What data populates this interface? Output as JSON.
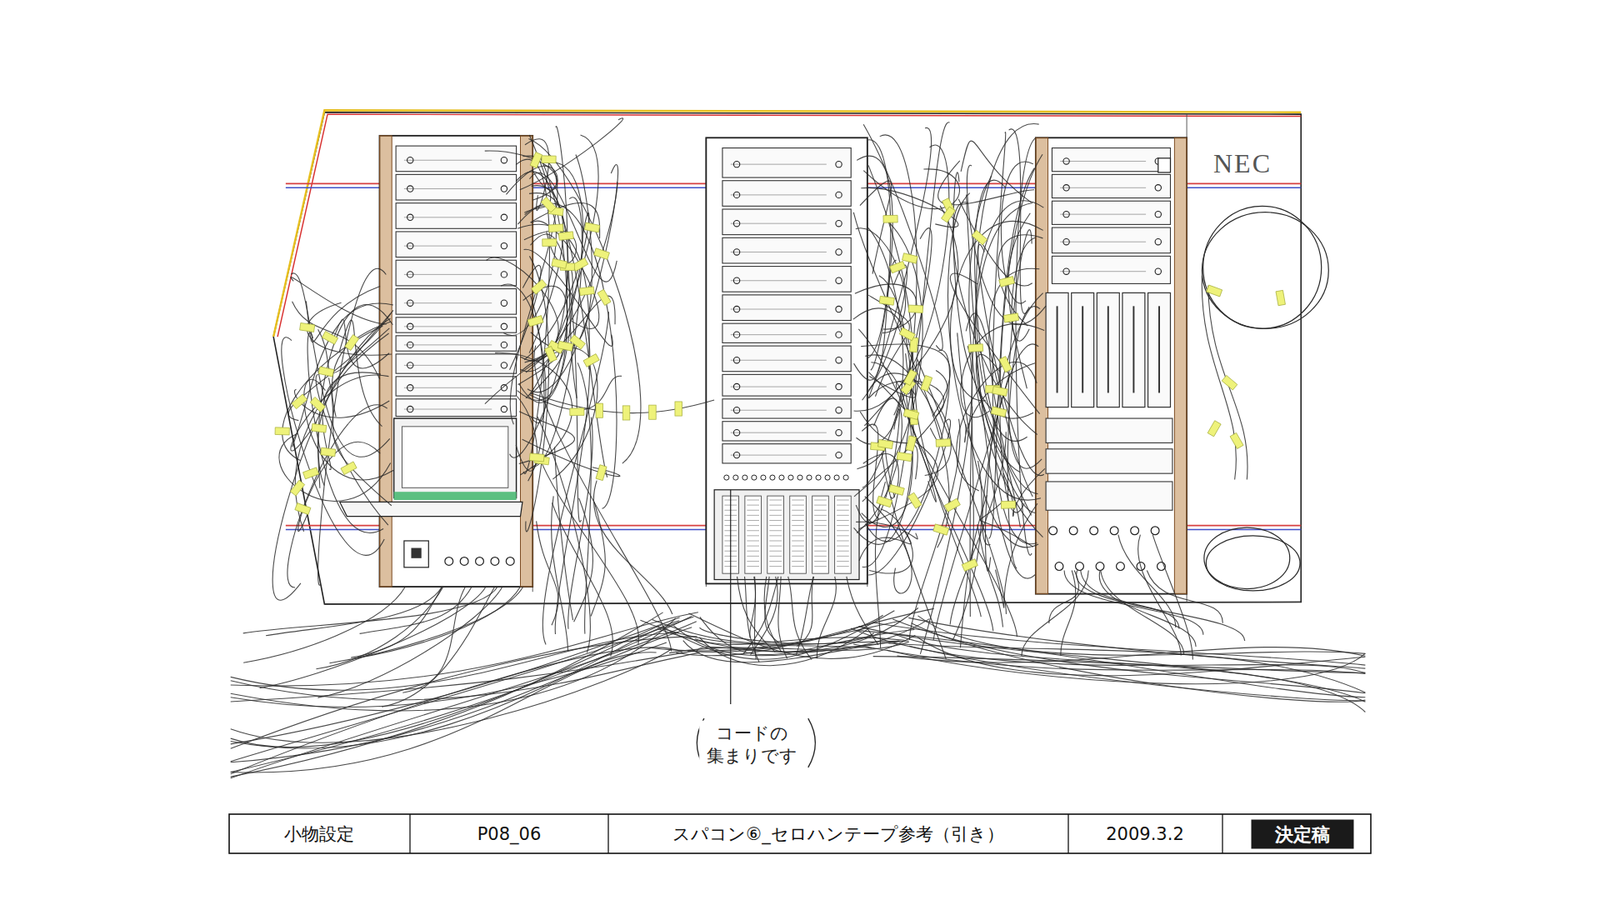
{
  "diagram": {
    "labels": [
      "NEC",
      "コードの 集まりです",
      "小物設定",
      "P08_06",
      "スパコン⑥_セロハンテープ参考（引き）",
      "2009.3.2",
      "決定稿"
    ]
  }
}
